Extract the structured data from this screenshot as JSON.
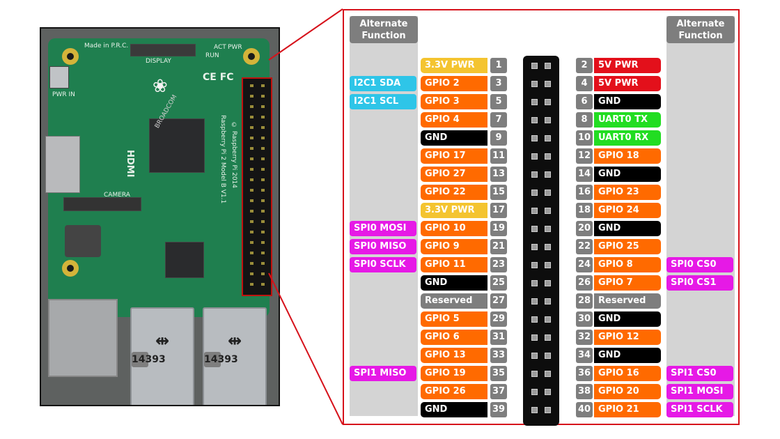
{
  "photo": {
    "silkscreen": {
      "made_in": "Made in P.R.C.",
      "display": "DISPLAY",
      "camera": "CAMERA",
      "hdmi": "HDMI",
      "pwr_in": "PWR IN",
      "run": "RUN",
      "act": "ACT",
      "pwr": "PWR",
      "broadcom": "BROADCOM",
      "copyright": "© Raspberry Pi 2014",
      "model": "Raspberry Pi 2 Model B V1.1",
      "ce_fc": "CE FC"
    },
    "usb_ports": [
      {
        "label": "14393"
      },
      {
        "label": "14393"
      }
    ]
  },
  "diagram": {
    "alt_header_left": "Alternate Function",
    "alt_header_right": "Alternate Function",
    "pins": [
      {
        "row": 1,
        "left_num": "1",
        "left_label": "3.3V PWR",
        "left_color": "#f4c430",
        "left_alt": "",
        "left_alt_color": "",
        "right_num": "2",
        "right_label": "5V PWR",
        "right_color": "#e3101b",
        "right_alt": "",
        "right_alt_color": ""
      },
      {
        "row": 2,
        "left_num": "3",
        "left_label": "GPIO 2",
        "left_color": "#ff6a00",
        "left_alt": "I2C1 SDA",
        "left_alt_color": "#2ec5e8",
        "right_num": "4",
        "right_label": "5V PWR",
        "right_color": "#e3101b",
        "right_alt": "",
        "right_alt_color": ""
      },
      {
        "row": 3,
        "left_num": "5",
        "left_label": "GPIO 3",
        "left_color": "#ff6a00",
        "left_alt": "I2C1 SCL",
        "left_alt_color": "#2ec5e8",
        "right_num": "6",
        "right_label": "GND",
        "right_color": "#000000",
        "right_alt": "",
        "right_alt_color": ""
      },
      {
        "row": 4,
        "left_num": "7",
        "left_label": "GPIO 4",
        "left_color": "#ff6a00",
        "left_alt": "",
        "left_alt_color": "",
        "right_num": "8",
        "right_label": "UART0 TX",
        "right_color": "#22dd22",
        "right_alt": "",
        "right_alt_color": ""
      },
      {
        "row": 5,
        "left_num": "9",
        "left_label": "GND",
        "left_color": "#000000",
        "left_alt": "",
        "left_alt_color": "",
        "right_num": "10",
        "right_label": "UART0 RX",
        "right_color": "#22dd22",
        "right_alt": "",
        "right_alt_color": ""
      },
      {
        "row": 6,
        "left_num": "11",
        "left_label": "GPIO 17",
        "left_color": "#ff6a00",
        "left_alt": "",
        "left_alt_color": "",
        "right_num": "12",
        "right_label": "GPIO 18",
        "right_color": "#ff6a00",
        "right_alt": "",
        "right_alt_color": ""
      },
      {
        "row": 7,
        "left_num": "13",
        "left_label": "GPIO 27",
        "left_color": "#ff6a00",
        "left_alt": "",
        "left_alt_color": "",
        "right_num": "14",
        "right_label": "GND",
        "right_color": "#000000",
        "right_alt": "",
        "right_alt_color": ""
      },
      {
        "row": 8,
        "left_num": "15",
        "left_label": "GPIO 22",
        "left_color": "#ff6a00",
        "left_alt": "",
        "left_alt_color": "",
        "right_num": "16",
        "right_label": "GPIO 23",
        "right_color": "#ff6a00",
        "right_alt": "",
        "right_alt_color": ""
      },
      {
        "row": 9,
        "left_num": "17",
        "left_label": "3.3V PWR",
        "left_color": "#f4c430",
        "left_alt": "",
        "left_alt_color": "",
        "right_num": "18",
        "right_label": "GPIO 24",
        "right_color": "#ff6a00",
        "right_alt": "",
        "right_alt_color": ""
      },
      {
        "row": 10,
        "left_num": "19",
        "left_label": "GPIO 10",
        "left_color": "#ff6a00",
        "left_alt": "SPI0 MOSI",
        "left_alt_color": "#e619e6",
        "right_num": "20",
        "right_label": "GND",
        "right_color": "#000000",
        "right_alt": "",
        "right_alt_color": ""
      },
      {
        "row": 11,
        "left_num": "21",
        "left_label": "GPIO 9",
        "left_color": "#ff6a00",
        "left_alt": "SPI0 MISO",
        "left_alt_color": "#e619e6",
        "right_num": "22",
        "right_label": "GPIO 25",
        "right_color": "#ff6a00",
        "right_alt": "",
        "right_alt_color": ""
      },
      {
        "row": 12,
        "left_num": "23",
        "left_label": "GPIO 11",
        "left_color": "#ff6a00",
        "left_alt": "SPI0 SCLK",
        "left_alt_color": "#e619e6",
        "right_num": "24",
        "right_label": "GPIO 8",
        "right_color": "#ff6a00",
        "right_alt": "SPI0 CS0",
        "right_alt_color": "#e619e6"
      },
      {
        "row": 13,
        "left_num": "25",
        "left_label": "GND",
        "left_color": "#000000",
        "left_alt": "",
        "left_alt_color": "",
        "right_num": "26",
        "right_label": "GPIO 7",
        "right_color": "#ff6a00",
        "right_alt": "SPI0 CS1",
        "right_alt_color": "#e619e6"
      },
      {
        "row": 14,
        "left_num": "27",
        "left_label": "Reserved",
        "left_color": "#7e7e7e",
        "left_alt": "",
        "left_alt_color": "",
        "right_num": "28",
        "right_label": "Reserved",
        "right_color": "#7e7e7e",
        "right_alt": "",
        "right_alt_color": ""
      },
      {
        "row": 15,
        "left_num": "29",
        "left_label": "GPIO 5",
        "left_color": "#ff6a00",
        "left_alt": "",
        "left_alt_color": "",
        "right_num": "30",
        "right_label": "GND",
        "right_color": "#000000",
        "right_alt": "",
        "right_alt_color": ""
      },
      {
        "row": 16,
        "left_num": "31",
        "left_label": "GPIO 6",
        "left_color": "#ff6a00",
        "left_alt": "",
        "left_alt_color": "",
        "right_num": "32",
        "right_label": "GPIO 12",
        "right_color": "#ff6a00",
        "right_alt": "",
        "right_alt_color": ""
      },
      {
        "row": 17,
        "left_num": "33",
        "left_label": "GPIO 13",
        "left_color": "#ff6a00",
        "left_alt": "",
        "left_alt_color": "",
        "right_num": "34",
        "right_label": "GND",
        "right_color": "#000000",
        "right_alt": "",
        "right_alt_color": ""
      },
      {
        "row": 18,
        "left_num": "35",
        "left_label": "GPIO 19",
        "left_color": "#ff6a00",
        "left_alt": "SPI1 MISO",
        "left_alt_color": "#e619e6",
        "right_num": "36",
        "right_label": "GPIO 16",
        "right_color": "#ff6a00",
        "right_alt": "SPI1 CS0",
        "right_alt_color": "#e619e6"
      },
      {
        "row": 19,
        "left_num": "37",
        "left_label": "GPIO 26",
        "left_color": "#ff6a00",
        "left_alt": "",
        "left_alt_color": "",
        "right_num": "38",
        "right_label": "GPIO 20",
        "right_color": "#ff6a00",
        "right_alt": "SPI1 MOSI",
        "right_alt_color": "#e619e6"
      },
      {
        "row": 20,
        "left_num": "39",
        "left_label": "GND",
        "left_color": "#000000",
        "left_alt": "",
        "left_alt_color": "",
        "right_num": "40",
        "right_label": "GPIO 21",
        "right_color": "#ff6a00",
        "right_alt": "SPI1 SCLK",
        "right_alt_color": "#e619e6"
      }
    ],
    "colors": {
      "frame": "#d6121b",
      "alt_column": "#d4d4d4",
      "pin_number": "#7e7e7e"
    }
  }
}
